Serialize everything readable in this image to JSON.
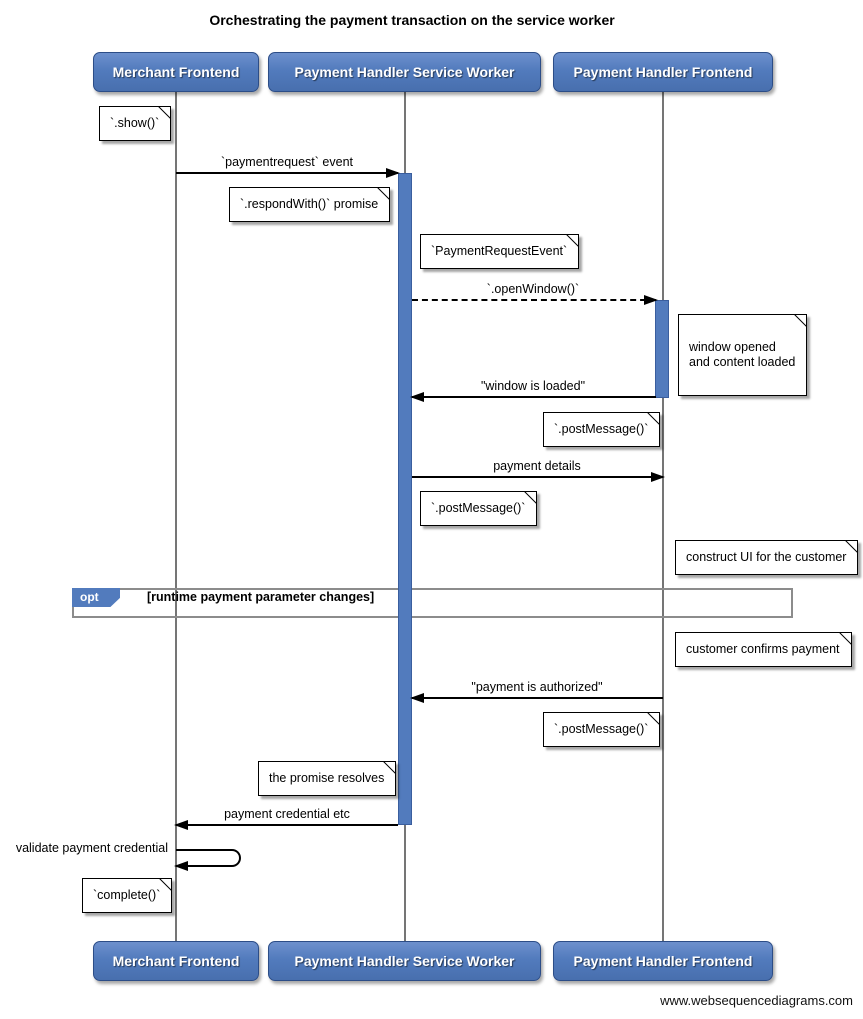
{
  "title": "Orchestrating the payment transaction on the service worker",
  "footer": "www.websequencediagrams.com",
  "colors": {
    "participant_blue": "#527BBD",
    "activation_blue": "#527BBD",
    "note_background": "#FFFFFF",
    "message_line": "#000000",
    "lifeline_gray": "#757575",
    "fragment_gray": "#8C8C8C"
  },
  "participants": [
    {
      "label": "Merchant Frontend"
    },
    {
      "label": "Payment Handler Service Worker"
    },
    {
      "label": "Payment Handler Frontend"
    }
  ],
  "messages": [
    {
      "label": "`paymentrequest` event",
      "from": "Merchant Frontend",
      "to": "Payment Handler Service Worker",
      "line": "solid"
    },
    {
      "label": "`.openWindow()`",
      "from": "Payment Handler Service Worker",
      "to": "Payment Handler Frontend",
      "line": "dashed"
    },
    {
      "label": "\"window is loaded\"",
      "from": "Payment Handler Frontend",
      "to": "Payment Handler Service Worker",
      "line": "solid"
    },
    {
      "label": "payment details",
      "from": "Payment Handler Service Worker",
      "to": "Payment Handler Frontend",
      "line": "solid"
    },
    {
      "label": "\"payment is authorized\"",
      "from": "Payment Handler Frontend",
      "to": "Payment Handler Service Worker",
      "line": "solid"
    },
    {
      "label": "payment credential etc",
      "from": "Payment Handler Service Worker",
      "to": "Merchant Frontend",
      "line": "solid"
    },
    {
      "label": "validate payment credential",
      "from": "Merchant Frontend",
      "to": "Merchant Frontend",
      "line": "self"
    }
  ],
  "notes": [
    {
      "text": "`.show()`",
      "anchor": "left of Merchant Frontend"
    },
    {
      "text": "`.respondWith()` promise",
      "anchor": "left of Payment Handler Service Worker"
    },
    {
      "text": "`PaymentRequestEvent`",
      "anchor": "right of Payment Handler Service Worker"
    },
    {
      "text": "window opened\nand content loaded",
      "anchor": "right of Payment Handler Frontend"
    },
    {
      "text": "`.postMessage()`",
      "anchor": "left of Payment Handler Frontend"
    },
    {
      "text": "`.postMessage()`",
      "anchor": "right of Payment Handler Service Worker"
    },
    {
      "text": "construct UI for the customer",
      "anchor": "right of Payment Handler Frontend"
    },
    {
      "text": "customer confirms payment",
      "anchor": "right of Payment Handler Frontend"
    },
    {
      "text": "`.postMessage()`",
      "anchor": "left of Payment Handler Frontend"
    },
    {
      "text": "the promise resolves",
      "anchor": "left of Payment Handler Service Worker"
    },
    {
      "text": "`complete()`",
      "anchor": "left of Merchant Frontend"
    }
  ],
  "fragment": {
    "operator": "opt",
    "guard": "[runtime payment parameter changes]"
  }
}
